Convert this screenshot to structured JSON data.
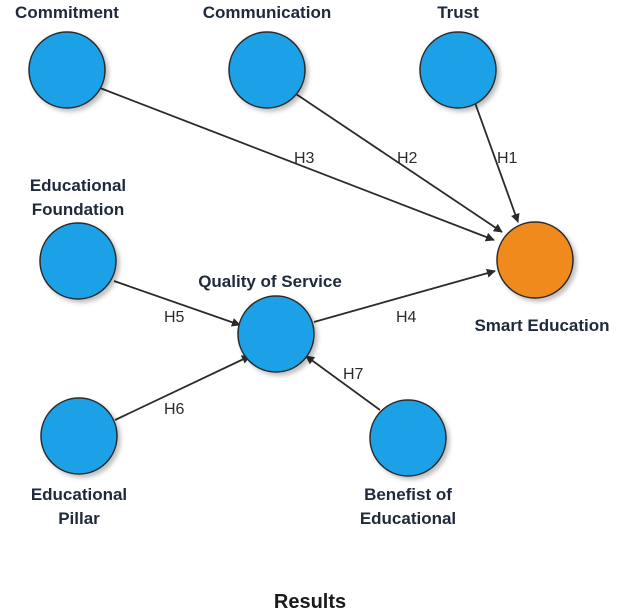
{
  "colors": {
    "node_fill": "#1aa0e6",
    "target_fill": "#f08a1c",
    "edge": "#2b2b2b"
  },
  "nodes": {
    "commitment": "Commitment",
    "communication": "Communication",
    "trust": "Trust",
    "educational_foundation": [
      "Educational",
      "Foundation"
    ],
    "quality_of_service": "Quality of Service",
    "smart_education": "Smart Education",
    "educational_pillar": [
      "Educational",
      "Pillar"
    ],
    "benefist_of_educational": [
      "Benefist of",
      "Educational"
    ]
  },
  "edges": {
    "h1": "H1",
    "h2": "H2",
    "h3": "H3",
    "h4": "H4",
    "h5": "H5",
    "h6": "H6",
    "h7": "H7"
  },
  "caption": "Results"
}
